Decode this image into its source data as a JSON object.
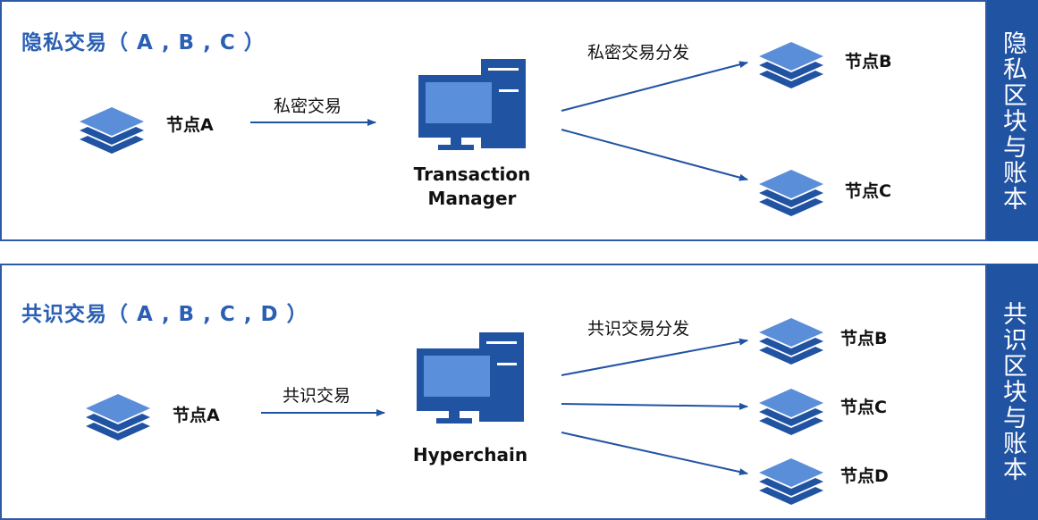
{
  "private": {
    "title": "隐私交易（ A , B , C ）",
    "sidebar": "隐私区块与账本",
    "source_node": "节点A",
    "source_edge": "私密交易",
    "manager_line1": "Transaction",
    "manager_line2": "Manager",
    "dist_edge": "私密交易分发",
    "targets": [
      "节点B",
      "节点C"
    ]
  },
  "consensus": {
    "title": "共识交易（ A , B , C , D ）",
    "sidebar": "共识区块与账本",
    "source_node": "节点A",
    "source_edge": "共识交易",
    "manager": "Hyperchain",
    "dist_edge": "共识交易分发",
    "targets": [
      "节点B",
      "节点C",
      "节点D"
    ]
  },
  "colors": {
    "accent": "#2153a3",
    "title": "#2b5fb4",
    "layer": "#5b8ed9",
    "screen": "#5a8fdc"
  },
  "icons": [
    "layers-icon",
    "server-computer-icon"
  ]
}
